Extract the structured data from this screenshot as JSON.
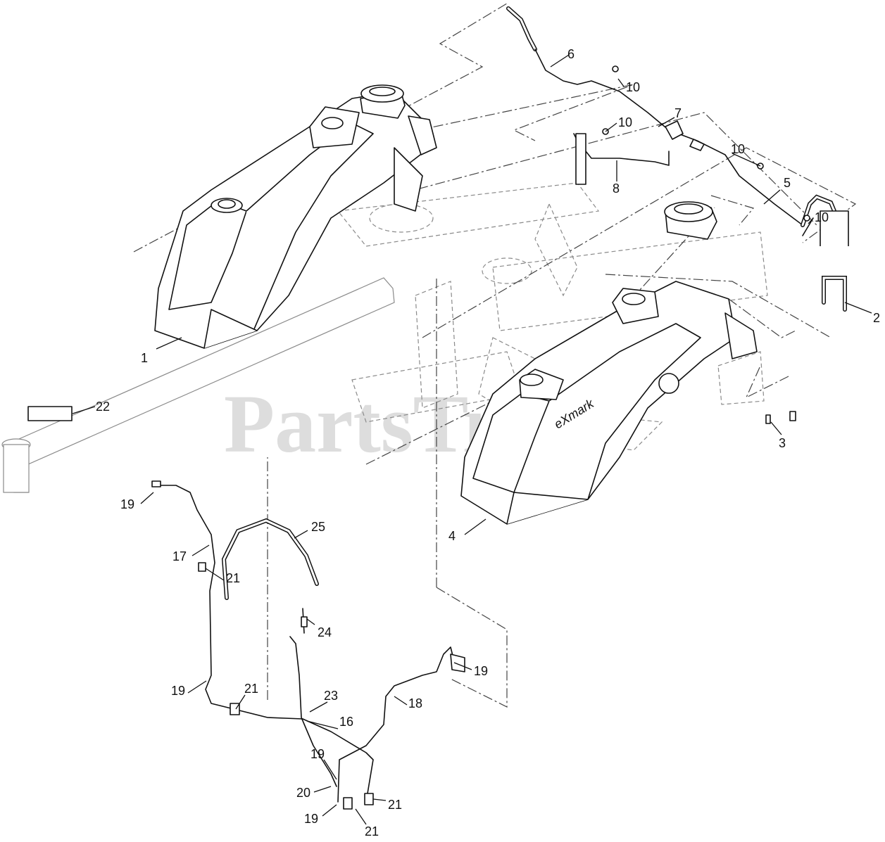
{
  "watermark": "PartsTree",
  "watermark_mark": "™",
  "brand_label": "eXmark",
  "callouts": {
    "c1": "1",
    "c2": "2",
    "c3": "3",
    "c4": "4",
    "c5": "5",
    "c6": "6",
    "c7": "7",
    "c8": "8",
    "c10a": "10",
    "c10b": "10",
    "c10c": "10",
    "c10d": "10",
    "c16": "16",
    "c17": "17",
    "c18": "18",
    "c19a": "19",
    "c19b": "19",
    "c19c": "19",
    "c19d": "19",
    "c19e": "19",
    "c20": "20",
    "c21a": "21",
    "c21b": "21",
    "c21c": "21",
    "c21d": "21",
    "c22": "22",
    "c23": "23",
    "c24": "24",
    "c25": "25"
  }
}
